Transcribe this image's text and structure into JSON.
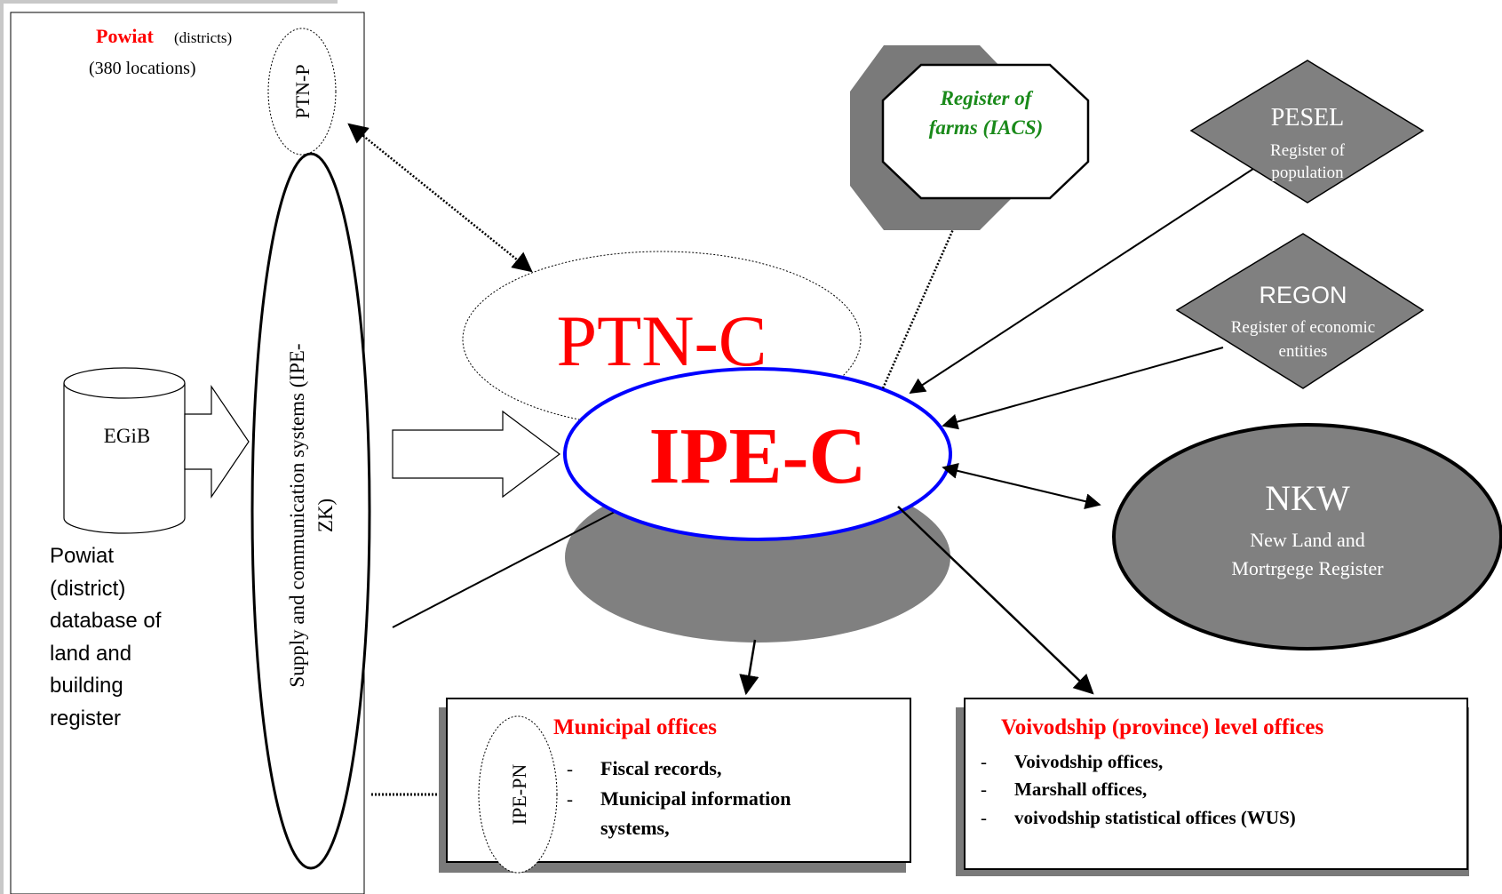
{
  "colors": {
    "red": "#ff0000",
    "green": "#1a8a1a",
    "blue": "#0000ff",
    "gray_shape": "#808080",
    "shadow": "#7a7a7a",
    "white": "#ffffff",
    "black": "#000000"
  },
  "powiat": {
    "title": "Powiat",
    "title_note": "(districts)",
    "locations": "(380 locations)",
    "ptn_p": "PTN-P",
    "egib": "EGiB",
    "database_lines": [
      "Powiat",
      "(district)",
      "database of",
      "land and",
      "building",
      "register"
    ],
    "supply_lines": [
      "Supply and communication systems (IPE-",
      "ZK)"
    ]
  },
  "center": {
    "ptn_c": "PTN-C",
    "ipe_c": "IPE-C"
  },
  "farms": {
    "lines": [
      "Register of",
      "farms (IACS)"
    ]
  },
  "pesel": {
    "title": "PESEL",
    "lines": [
      "Register of",
      "population"
    ]
  },
  "regon": {
    "title": "REGON",
    "lines": [
      "Register of economic",
      "entities"
    ]
  },
  "nkw": {
    "title": "NKW",
    "lines": [
      "New Land and",
      "Mortrgege Register"
    ]
  },
  "municipal": {
    "title": "Municipal offices",
    "ipe_pn": "IPE-PN",
    "items": [
      "Fiscal records,",
      "Municipal information",
      "systems,"
    ]
  },
  "voivodship": {
    "title": "Voivodship (province) level offices",
    "items": [
      "Voivodship offices,",
      "Marshall offices,",
      "voivodship statistical offices (WUS)"
    ]
  },
  "dash": "-"
}
